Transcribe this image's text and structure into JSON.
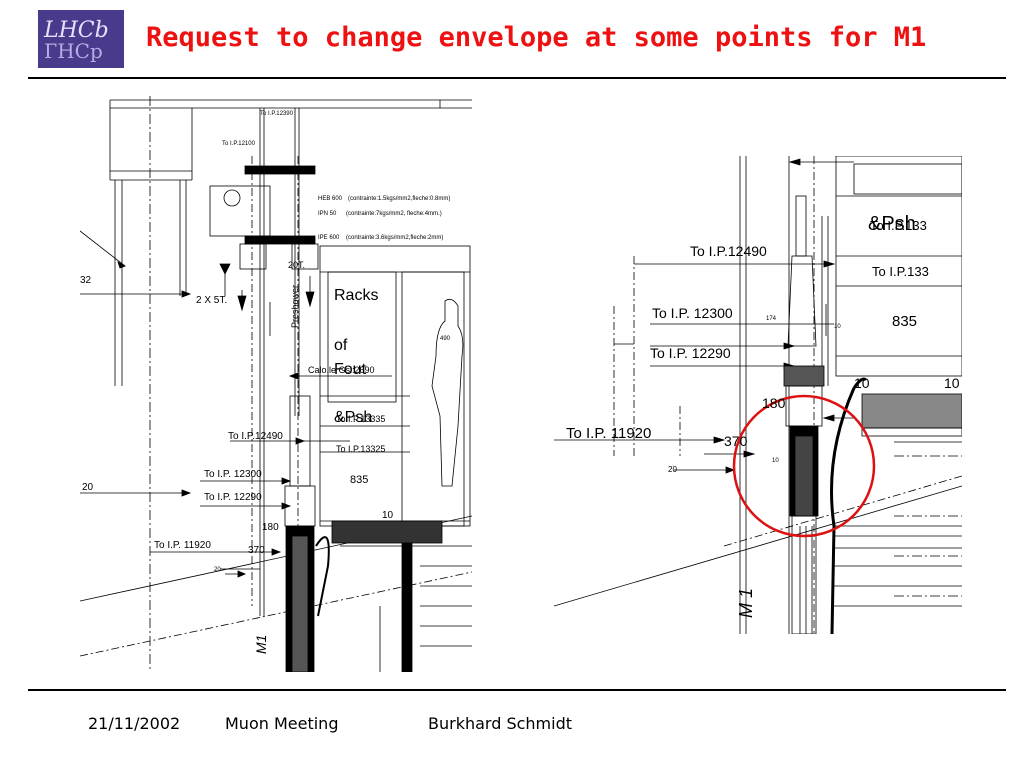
{
  "header": {
    "title": "Request to change envelope at some points for M1",
    "logo_text_top": "LHCb",
    "logo_text_bottom": "ГНСр",
    "title_color": "#ee1111",
    "logo_color": "#4a3a8c"
  },
  "left_drawing": {
    "labels": {
      "ip12390": "To I.P.12390",
      "ip12100": "To I.P.12100",
      "heb": "HEB 600",
      "heb_note": "(contrainte:1.5kgs/mm2,fleche:0.8mm)",
      "ipn": "IPN 50",
      "ipn_note": "(contrainte:7kgs/mm2, fleche:4mm.)",
      "ipe": "IPE 600",
      "ipe_note": "(contrainte:3.6kgs/mm2,fleche:2mm)",
      "dim_32": "32",
      "two_x_5t": "2 X 5T.",
      "twenty_t": "20T.",
      "preshower": "Preshower",
      "racks": "Racks",
      "of": "of",
      "fout": "Fout",
      "calo": "Calo.le Gsi:2690",
      "ip12490": "To I.P.12490",
      "ip13335": "To I.P.13335",
      "ip13325": "To I.P.13325",
      "psh": "&Psh",
      "ip12300": "To I.P. 12300",
      "ip12290": "To I.P. 12290",
      "v835": "835",
      "v10": "10",
      "v180": "180",
      "v20a": "20",
      "ip11920": "To I.P. 11920",
      "v370": "370",
      "v20b": "20",
      "m1": "M1",
      "v490": "490"
    }
  },
  "right_drawing": {
    "labels": {
      "psh": "&Psh",
      "ip133": "To I.P.133",
      "ip12490": "To I.P.12490",
      "ip133b": "To I.P.133",
      "ip12300": "To I.P. 12300",
      "v174": "174",
      "v10a": "10",
      "v835": "835",
      "ip12290": "To I.P. 12290",
      "v10b": "10",
      "v10c": "10",
      "v180": "180",
      "ip11920": "To I.P. 11920",
      "v370": "370",
      "v10d": "10",
      "v20": "20",
      "m1": "M 1"
    },
    "highlight_color": "#dd1111"
  },
  "footer": {
    "date": "21/11/2002",
    "meeting": "Muon Meeting",
    "author": "Burkhard Schmidt"
  }
}
